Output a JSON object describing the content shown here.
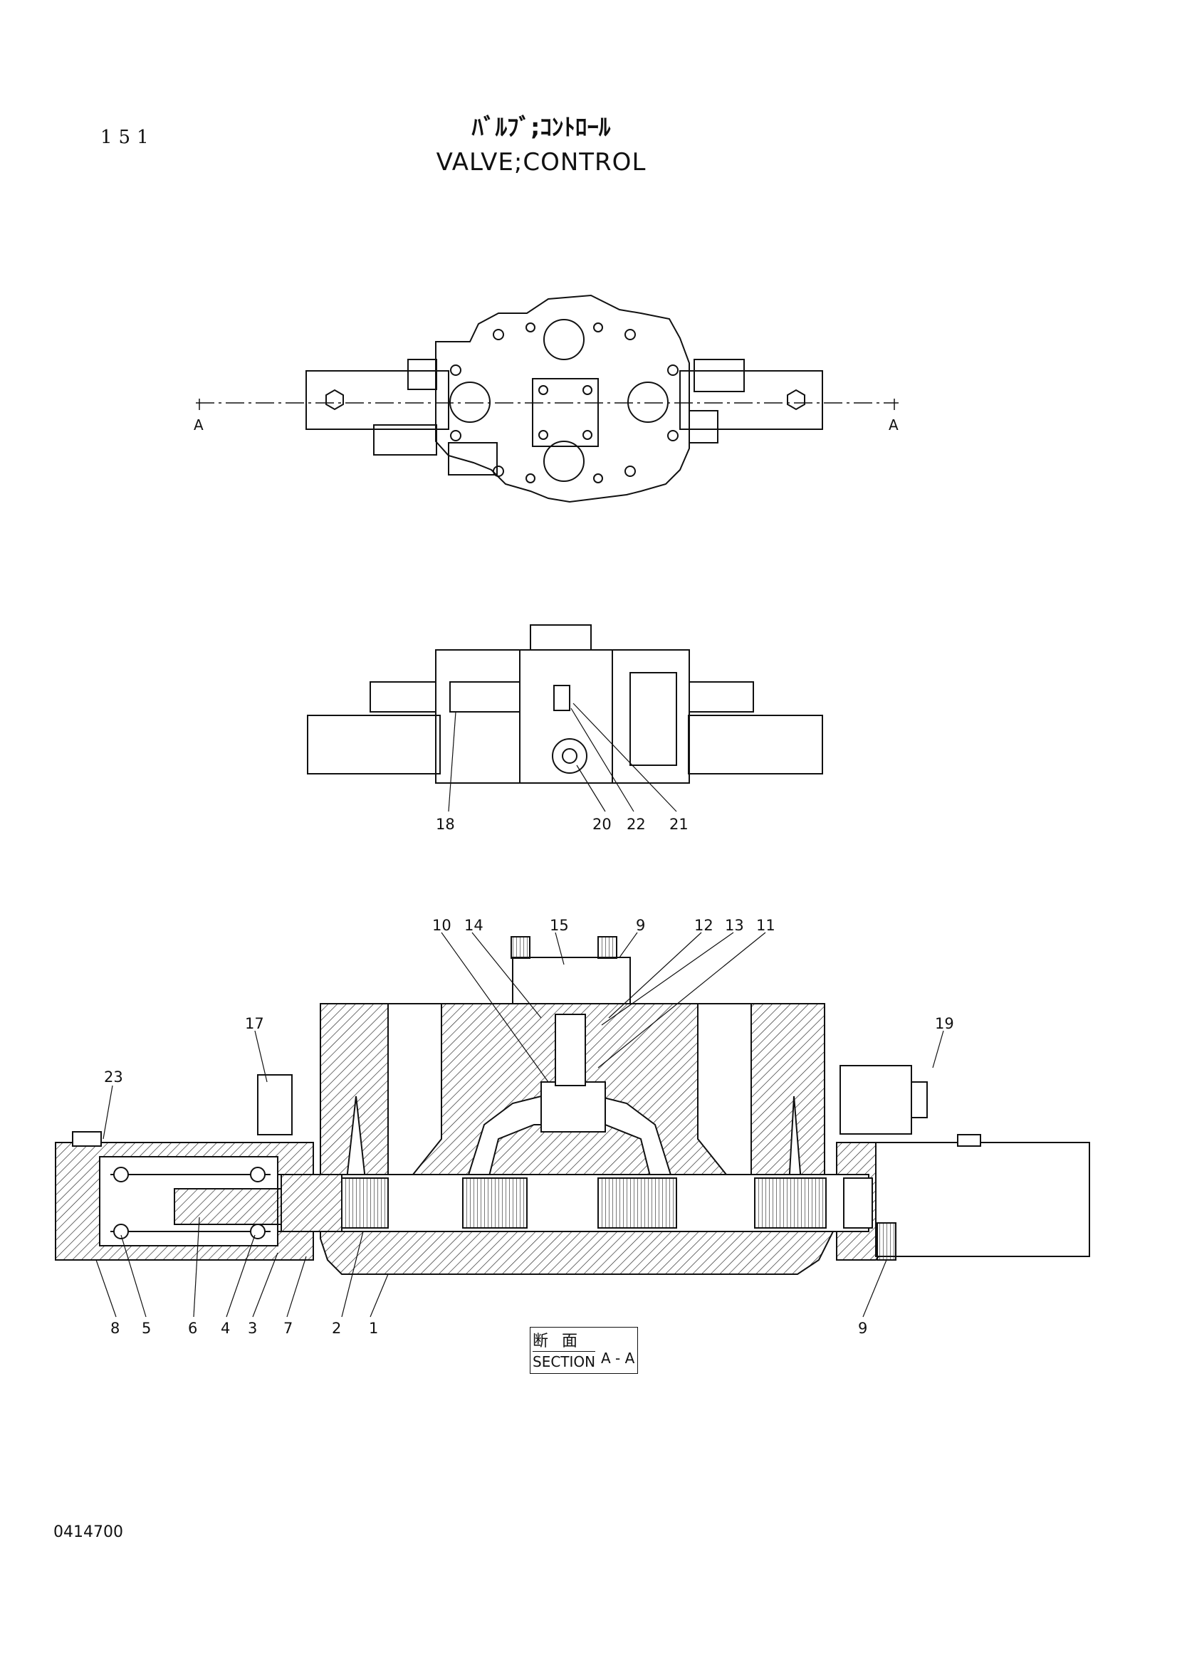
{
  "page_number": "151",
  "title_jp": "ﾊﾞﾙﾌﾞ;ｺﾝﾄﾛｰﾙ",
  "title_en": "VALVE;CONTROL",
  "section_markers": [
    "A",
    "A"
  ],
  "side_view_callouts": [
    "18",
    "20",
    "22",
    "21"
  ],
  "section_callouts_top": [
    "10",
    "14",
    "15",
    "9",
    "12",
    "13",
    "11",
    "17",
    "19",
    "23"
  ],
  "section_callouts_bottom": [
    "8",
    "5",
    "6",
    "4",
    "3",
    "7",
    "2",
    "1",
    "9"
  ],
  "section_label": {
    "jp": "断 面",
    "en": "SECTION",
    "view": "A - A"
  },
  "document_id": "0414700"
}
